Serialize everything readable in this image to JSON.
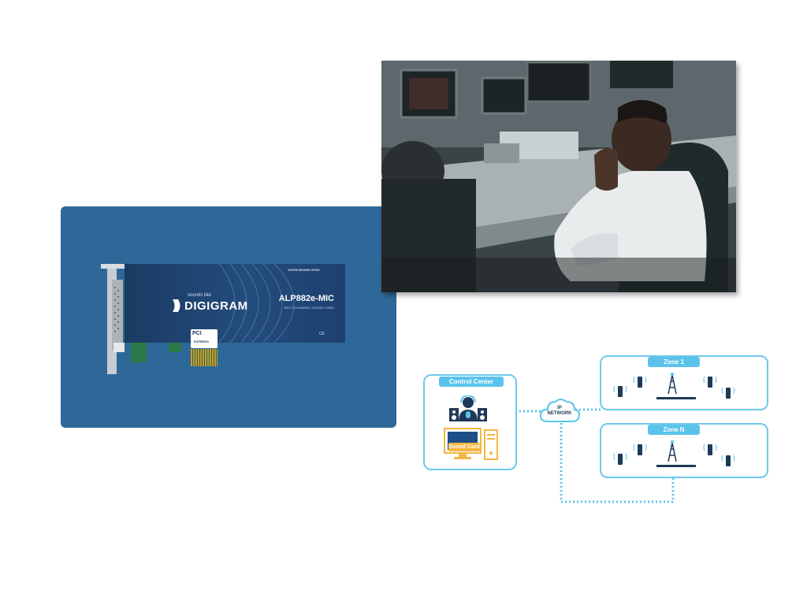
{
  "product_card": {
    "brand_tagline": "sounds like",
    "brand_name": "DIGIGRAM",
    "model": "ALP882e-MIC",
    "model_subtitle": "MULTICHANNEL SOUND CARD",
    "sync_label": "INTER-BOARD SYNC",
    "bus_label": "PCI",
    "bus_sublabel": "EXPRESS",
    "cert_label": "CE"
  },
  "photo": {
    "icon": "control-room-operator-photo"
  },
  "diagram": {
    "control_center_label": "Control Center",
    "sound_card_label": "Sound Card",
    "network_label_line1": "IP",
    "network_label_line2": "NETWORK",
    "zones": [
      {
        "label": "Zone 1"
      },
      {
        "label": "Zone N"
      }
    ],
    "colors": {
      "line": "#5bc3ea",
      "tag": "#5bc3ea",
      "accent": "#f4b642",
      "dark": "#1e3a58"
    }
  }
}
